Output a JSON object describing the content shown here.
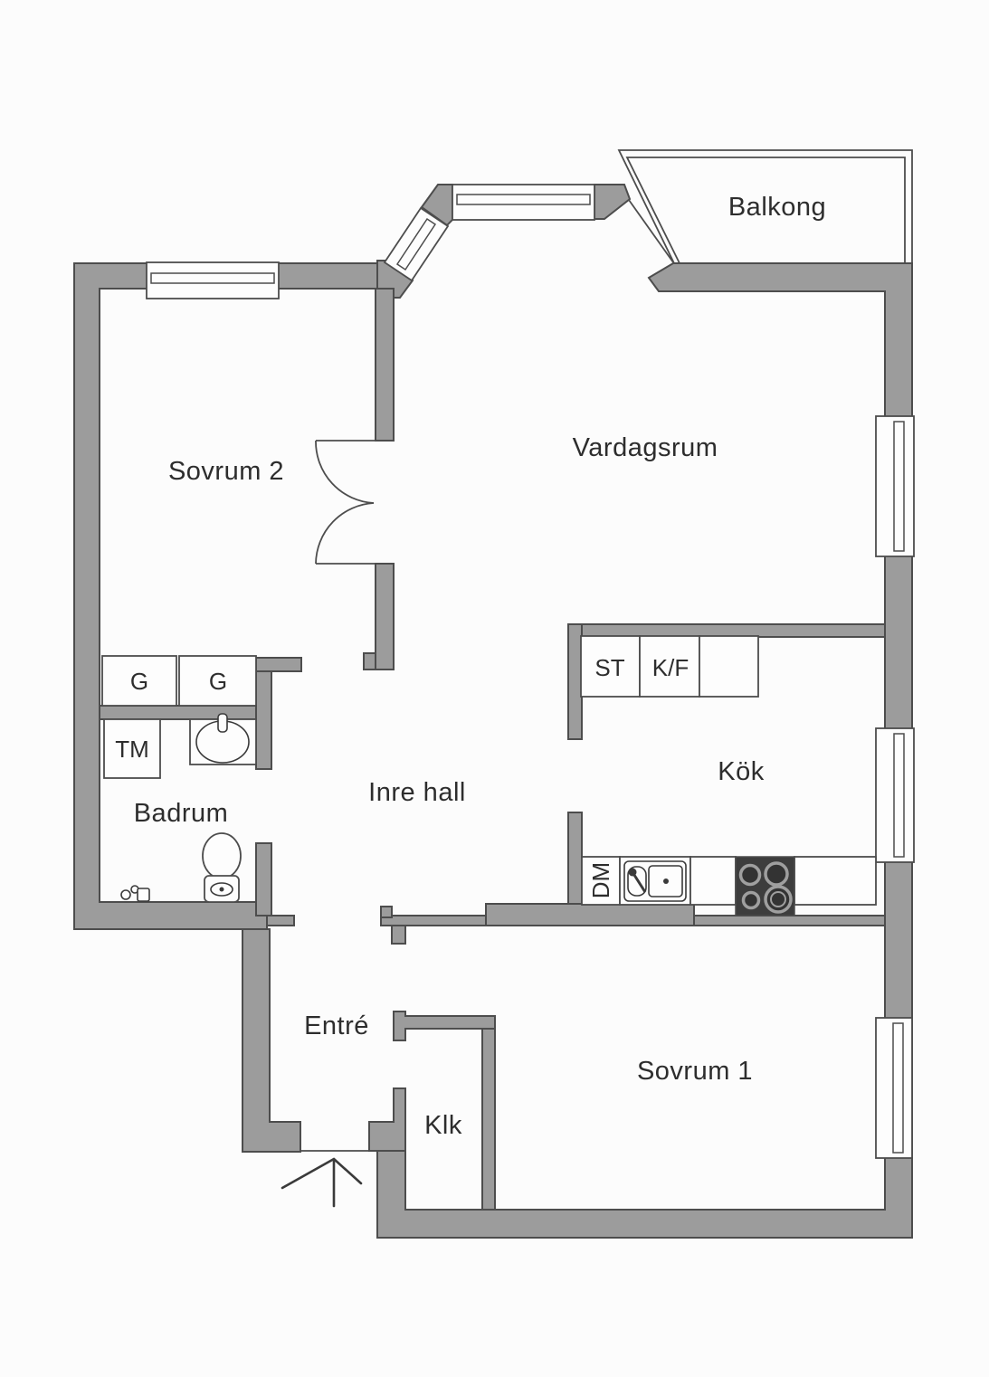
{
  "rooms": {
    "balkong": "Balkong",
    "vardagsrum": "Vardagsrum",
    "sovrum2": "Sovrum 2",
    "kok": "Kök",
    "inre_hall": "Inre hall",
    "badrum": "Badrum",
    "entre": "Entré",
    "klk": "Klk",
    "sovrum1": "Sovrum 1"
  },
  "fixtures": {
    "st": "ST",
    "kf": "K/F",
    "dm": "DM",
    "tm": "TM",
    "g1": "G",
    "g2": "G"
  },
  "colors": {
    "wall": "#9c9c9c",
    "outline": "#4d4d4d",
    "background": "#fcfcfc",
    "text": "#2d2d2d",
    "stove": "#3d3d3d"
  }
}
